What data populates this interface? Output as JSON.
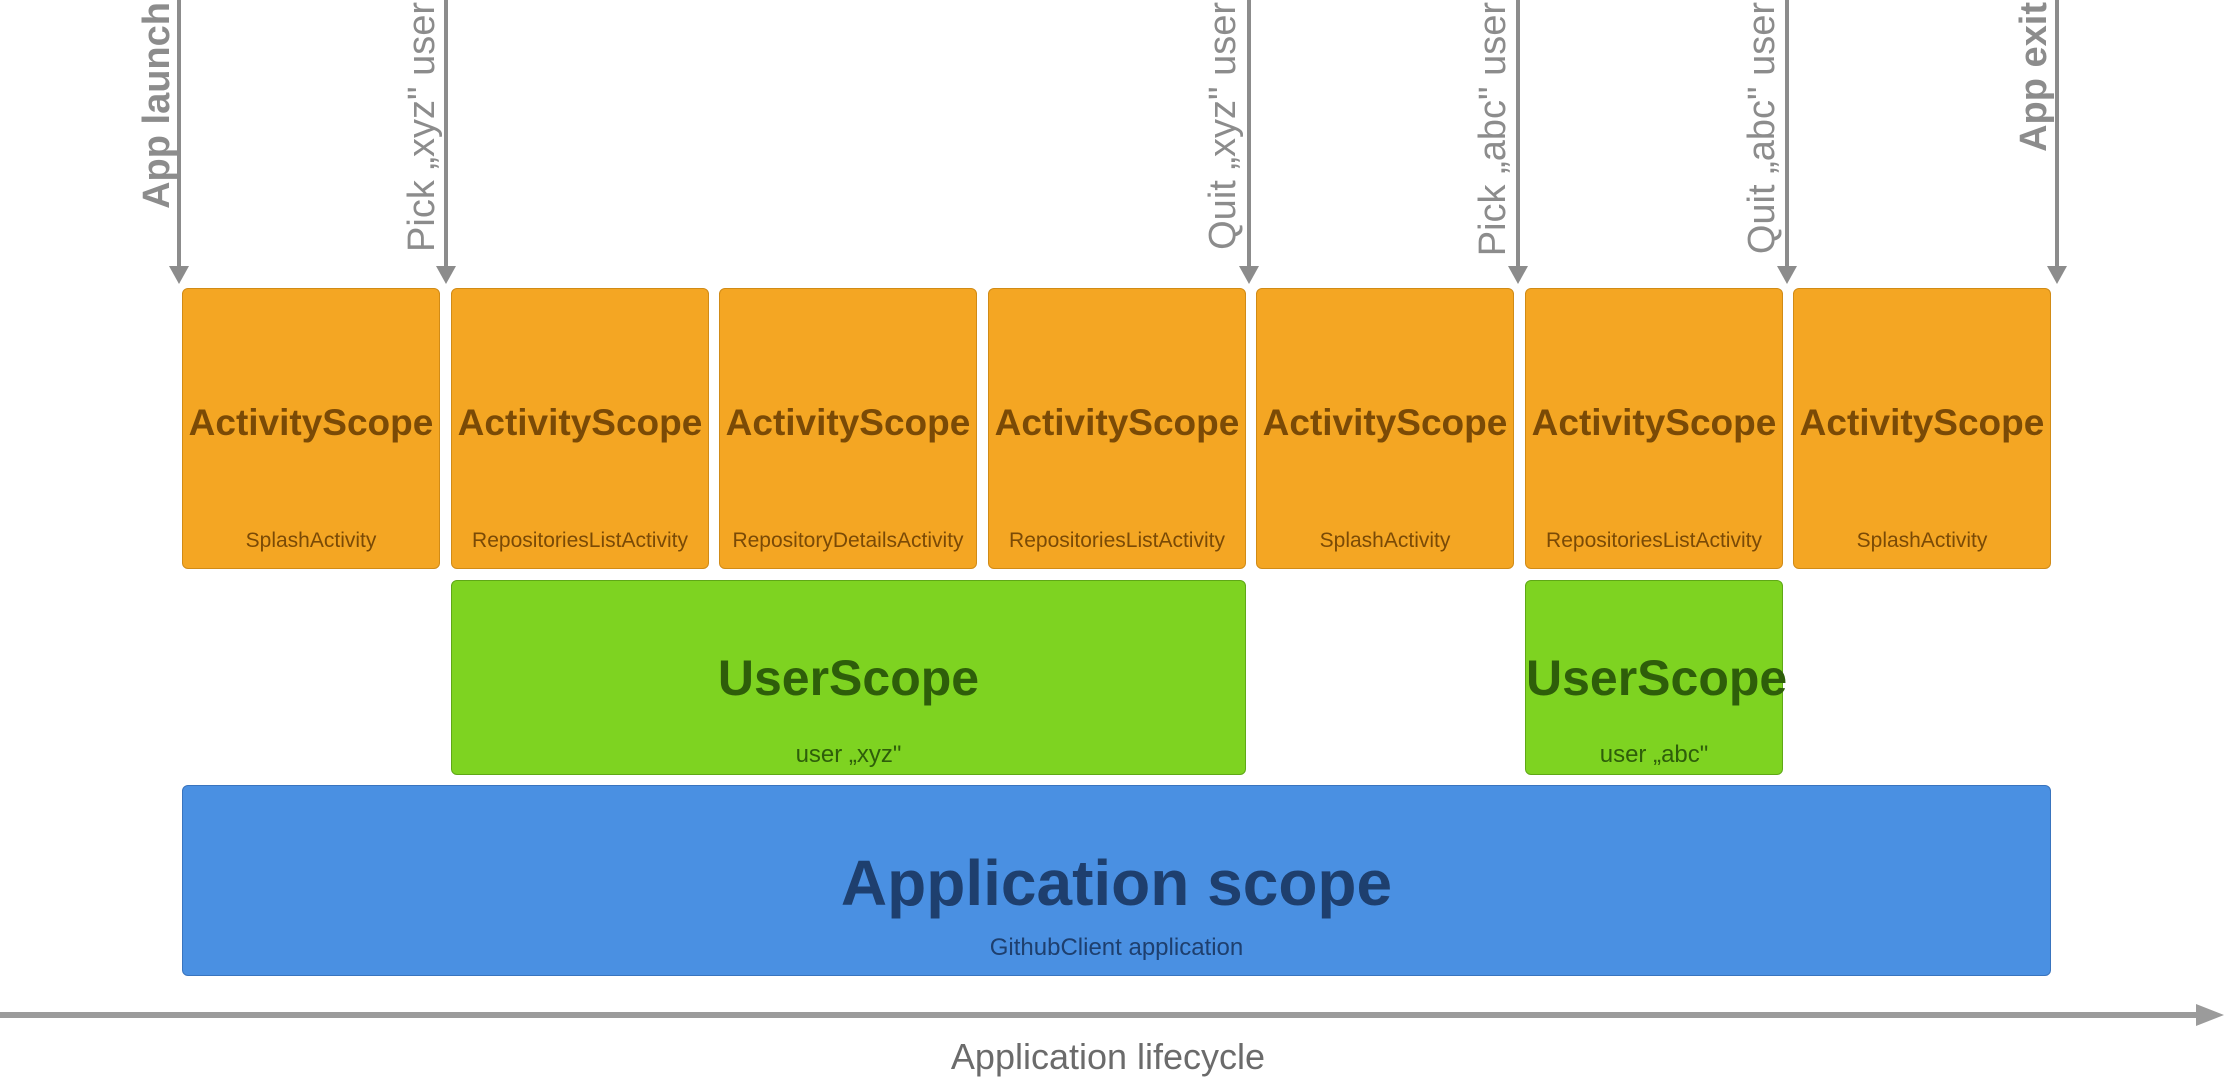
{
  "events": [
    {
      "label": "App launch",
      "bold": true
    },
    {
      "label": "Pick „xyz\" user",
      "bold": false
    },
    {
      "label": "Quit „xyz\" user",
      "bold": false
    },
    {
      "label": "Pick „abc\" user",
      "bold": false
    },
    {
      "label": "Quit „abc\" user",
      "bold": false
    },
    {
      "label": "App exit",
      "bold": true
    }
  ],
  "activity_scopes": [
    {
      "title": "ActivityScope",
      "subtitle": "SplashActivity"
    },
    {
      "title": "ActivityScope",
      "subtitle": "RepositoriesListActivity"
    },
    {
      "title": "ActivityScope",
      "subtitle": "RepositoryDetailsActivity"
    },
    {
      "title": "ActivityScope",
      "subtitle": "RepositoriesListActivity"
    },
    {
      "title": "ActivityScope",
      "subtitle": "SplashActivity"
    },
    {
      "title": "ActivityScope",
      "subtitle": "RepositoriesListActivity"
    },
    {
      "title": "ActivityScope",
      "subtitle": "SplashActivity"
    }
  ],
  "user_scopes": [
    {
      "title": "UserScope",
      "subtitle": "user „xyz\""
    },
    {
      "title": "UserScope",
      "subtitle": "user „abc\""
    }
  ],
  "application_scope": {
    "title": "Application scope",
    "subtitle": "GithubClient application"
  },
  "timeline": {
    "label": "Application lifecycle"
  },
  "colors": {
    "activity": "#F4A623",
    "user": "#7ED321",
    "application": "#4A90E2",
    "arrows": "#8C8C8C"
  }
}
